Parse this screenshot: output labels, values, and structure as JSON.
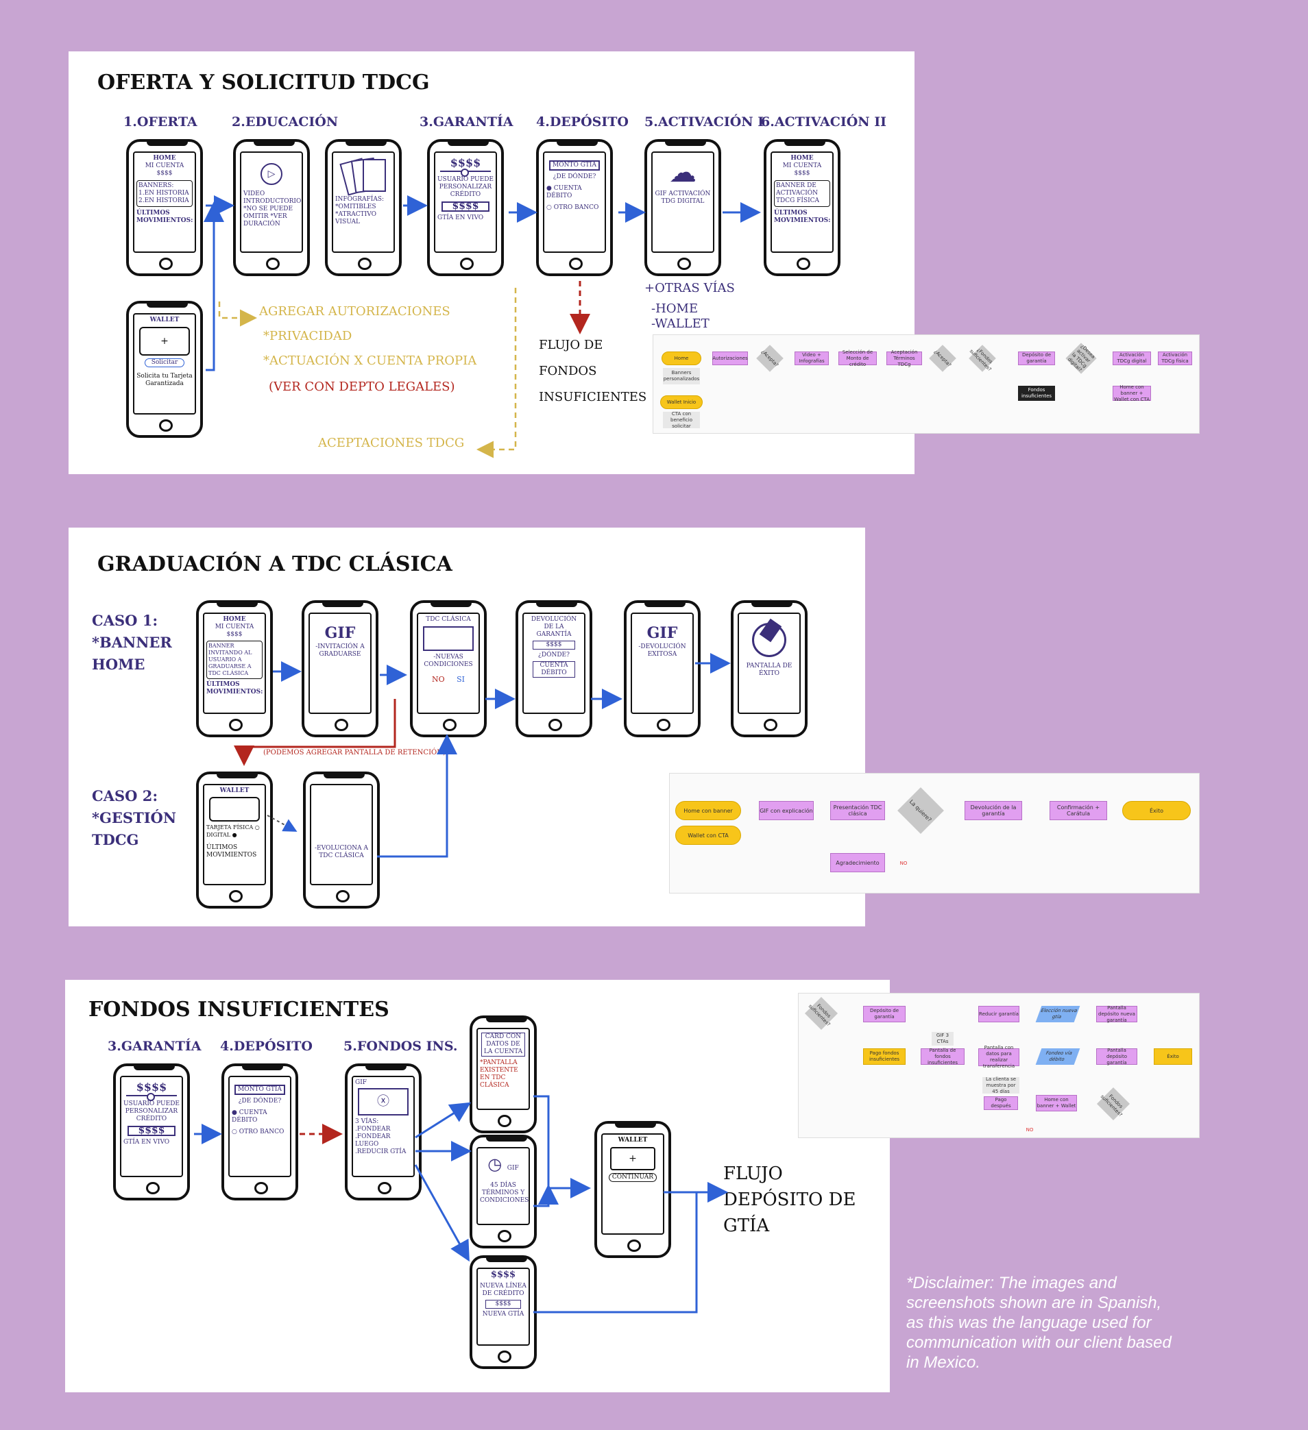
{
  "panel1": {
    "title": "OFERTA Y SOLICITUD TDCG",
    "steps": [
      "1.OFERTA",
      "2.EDUCACIÓN",
      "3.GARANTÍA",
      "4.DEPÓSITO",
      "5.ACTIVACIÓN I",
      "6.ACTIVACIÓN II"
    ],
    "screens": {
      "home_header": "HOME",
      "home_cuenta": "MI CUENTA $$$$",
      "banners": "BANNERS: 1.EN HISTORIA 2.EN HISTORIA",
      "ultimos": "ÚLTIMOS MOVIMIENTOS:",
      "video": "VIDEO INTRODUCTORIO *NO SE PUEDE OMITIR *VER DURACIÓN",
      "infografias": "INFOGRAFÍAS: *OMITIBLES *ATRACTIVO VISUAL",
      "garantia_amount": "$$$$",
      "garantia_text": "USUARIO PUEDE PERSONALIZAR CRÉDITO",
      "garantia_box": "$$$$",
      "garantia_live": "GTÍA EN VIVO",
      "deposito_box": "MONTO GTÍA",
      "deposito_q": "¿DE DÓNDE?",
      "deposito_opt1": "CUENTA DÉBITO",
      "deposito_opt2": "OTRO BANCO",
      "gif_activacion": "GIF ACTIVACIÓN TDG DIGITAL",
      "banner_fisica": "BANNER DE ACTIVACIÓN TDCG FÍSICA",
      "wallet_header": "WALLET",
      "wallet_plus": "+",
      "wallet_btn": "Solicitar",
      "wallet_text": "Solicita tu Tarjeta Garantizada"
    },
    "notes": {
      "agregar": "AGREGAR AUTORIZACIONES",
      "privacidad": "*PRIVACIDAD",
      "actuacion": "*ACTUACIÓN X CUENTA PROPIA",
      "legales": "(VER CON DEPTO LEGALES)",
      "aceptaciones": "ACEPTACIONES TDCG",
      "flujo": "FLUJO DE FONDOS INSUFICIENTES",
      "otras_vias": "+OTRAS VÍAS",
      "via_home": "-HOME",
      "via_wallet": "-WALLET"
    },
    "flow": {
      "nodes": [
        "Home",
        "Banners personalizados",
        "Wallet Inicio",
        "CTA con beneficio solicitar",
        "Autorizaciones",
        "¿Acepta?",
        "Video + Infografías",
        "Selección de Monto de crédito",
        "Aceptación Términos TDCg",
        "¿Acepta?",
        "¿Fondos suficientes?",
        "Depósito de garantía",
        "Fondos insuficientes",
        "¿Desea activar la TDCg digital?",
        "Activación TDCg digital",
        "Activación TDCg física",
        "Home con banner + Wallet con CTA"
      ]
    }
  },
  "panel2": {
    "title": "GRADUACIÓN A TDC CLÁSICA",
    "caso1": "CASO 1: *BANNER HOME",
    "caso2": "CASO 2: *GESTIÓN TDCG",
    "screens": {
      "home_header": "HOME",
      "home_cuenta": "MI CUENTA $$$$",
      "banner": "BANNER INVITANDO AL USUARIO A GRADUARSE A TDC CLÁSICA",
      "ultimos": "ÚLTIMOS MOVIMIENTOS:",
      "gif1_title": "GIF",
      "gif1_text": "-INVITACIÓN A GRADUARSE",
      "tdc_title": "TDC CLÁSICA",
      "tdc_text": "-NUEVAS CONDICIONES",
      "no": "NO",
      "si": "SI",
      "devolucion": "DEVOLUCIÓN DE LA GARANTÍA",
      "dev_amount": "$$$$",
      "dev_q": "¿DÓNDE?",
      "dev_box": "CUENTA DÉBITO",
      "gif2_title": "GIF",
      "gif2_text": "-DEVOLUCIÓN EXITOSA",
      "exito": "PANTALLA DE ÉXITO",
      "wallet_header": "WALLET",
      "tarjeta_fisica": "TARJETA FÍSICA",
      "tarjeta_digital": "DIGITAL",
      "ultimos2": "ÚLTIMOS MOVIMIENTOS",
      "evolucionar": "-EVOLUCIONA A TDC CLÁSICA"
    },
    "retention": "(PODEMOS AGREGAR PANTALLA DE RETENCIÓN)",
    "flow": {
      "nodes": [
        "Home con banner",
        "Wallet con CTA",
        "GIF con explicación",
        "Presentación TDC clásica",
        "La quiere?",
        "Devolución de la garantía",
        "Confirmación + Carátula",
        "Éxito",
        "Agradecimiento"
      ],
      "no_label": "NO"
    }
  },
  "panel3": {
    "title": "FONDOS INSUFICIENTES",
    "steps": [
      "3.GARANTÍA",
      "4.DEPÓSITO",
      "5.FONDOS INS."
    ],
    "screens": {
      "garantia_amount": "$$$$",
      "garantia_text": "USUARIO PUEDE PERSONALIZAR CRÉDITO",
      "garantia_box": "$$$$",
      "garantia_live": "GTÍA EN VIVO",
      "deposito_box": "MONTO GTÍA",
      "deposito_q": "¿DE DÓNDE?",
      "deposito_opt1": "CUENTA DÉBITO",
      "deposito_opt2": "OTRO BANCO",
      "fondos_gif": "GIF",
      "fondos_vias": "3 VÍAS: .FONDEAR .FONDEAR LUEGO .REDUCIR GTÍA",
      "card_datos": "CARD CON DATOS DE LA CUENTA",
      "pantalla_existente": "*PANTALLA EXISTENTE EN TDC CLÁSICA",
      "gif_small": "GIF",
      "terminos": "45 DÍAS TÉRMINOS Y CONDICIONES",
      "reducir_amount": "$$$$",
      "nueva_linea": "NUEVA LÍNEA DE CRÉDITO",
      "nueva_box": "$$$$",
      "nueva_gtia": "NUEVA GTÍA",
      "wallet_header": "WALLET",
      "wallet_plus": "+",
      "continuar": "CONTINUAR"
    },
    "flujo_final": "FLUJO DEPÓSITO DE GTÍA",
    "flow": {
      "nodes": [
        "Fondos suficientes?",
        "Depósito de garantía",
        "Pago fondos insuficientes",
        "Pantalla de fondos insuficientes",
        "GIF 3 CTAs",
        "Reducir garantía",
        "Elección nueva gtía",
        "Pantalla depósito nueva garantía",
        "Pantalla con datos para realizar transferencia",
        "Fondeo vía débito",
        "Pantalla depósito garantía",
        "Éxito",
        "La clienta se muestra por 45 días",
        "Pago después",
        "Home con banner + Wallet",
        "Fondos suficientes?"
      ],
      "no_label": "NO"
    }
  },
  "disclaimer": "*Disclaimer: The images and screenshots shown are in Spanish, as this was the language used for communication with our client based in Mexico."
}
